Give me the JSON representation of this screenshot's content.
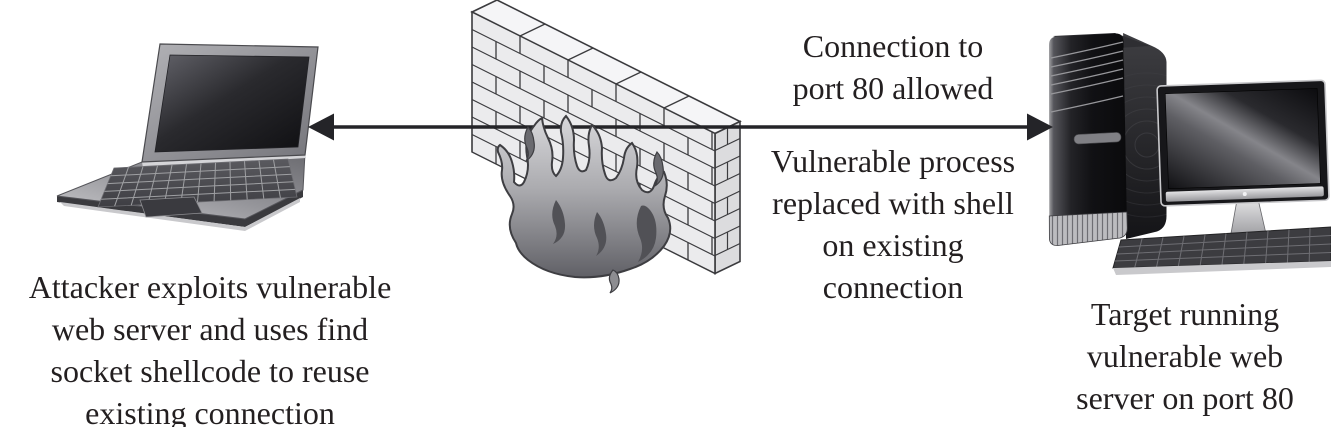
{
  "labels": {
    "attacker": {
      "lines": [
        "Attacker exploits vulnerable",
        "web server and uses find",
        "socket shellcode to reuse",
        "existing connection"
      ]
    },
    "connection_allowed": {
      "lines": [
        "Connection to",
        "port 80 allowed"
      ]
    },
    "process_replaced": {
      "lines": [
        "Vulnerable process",
        "replaced with shell",
        "on existing",
        "connection"
      ]
    },
    "target": {
      "lines": [
        "Target running",
        "vulnerable web",
        "server on port 80"
      ]
    }
  },
  "icons": {
    "attacker_device": "laptop-icon",
    "firewall": "firewall-brick-wall-flames-icon",
    "connection": "double-headed-arrow-icon",
    "target_device": "desktop-computer-icon"
  },
  "colors": {
    "background": "#ffffff",
    "text": "#231f20",
    "arrow": "#242428",
    "outline": "#3b3b3e",
    "brick_front": "#ebebed",
    "brick_top": "#f5f5f7",
    "brick_end": "#dcdcde",
    "flame_light": "#d8d8db",
    "flame_dark": "#646469",
    "device_dark": "#141417",
    "device_silver": "#c9c9cc"
  }
}
